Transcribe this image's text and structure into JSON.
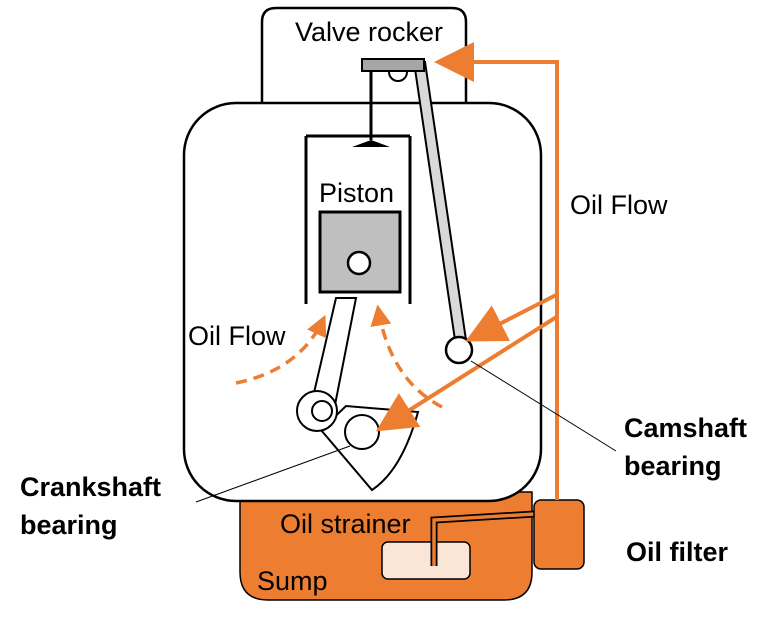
{
  "labels": {
    "valve_rocker": "Valve rocker",
    "piston": "Piston",
    "oil_flow_right": "Oil Flow",
    "oil_flow_left": "Oil Flow",
    "camshaft_bearing_line1": "Camshaft",
    "camshaft_bearing_line2": "bearing",
    "crankshaft_bearing_line1": "Crankshaft",
    "crankshaft_bearing_line2": "bearing",
    "oil_strainer": "Oil strainer",
    "oil_filter": "Oil filter",
    "sump": "Sump"
  },
  "colors": {
    "oil": "#ED7D31",
    "oil_light": "#FBE5D6",
    "outline": "#000000",
    "grey": "#BFBFBF"
  }
}
